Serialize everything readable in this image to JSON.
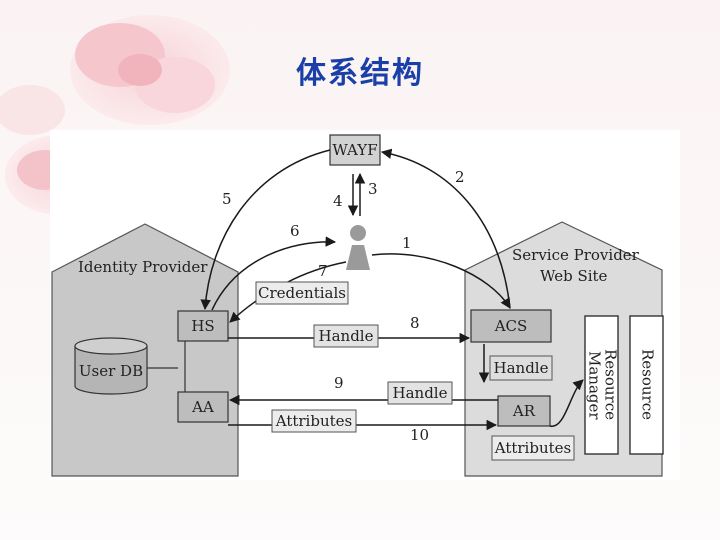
{
  "slide": {
    "title": "体系结构"
  },
  "diagram": {
    "wayf": "WAYF",
    "identity_provider": "Identity Provider",
    "service_provider": "Service Provider",
    "service_provider_line2": "Web Site",
    "hs": "HS",
    "aa": "AA",
    "user_db": "User DB",
    "acs": "ACS",
    "ar": "AR",
    "resource_manager": "Resource Manager",
    "resource": "Resource",
    "tags": {
      "credentials": "Credentials",
      "handle_8": "Handle",
      "handle_acs": "Handle",
      "handle_9": "Handle",
      "attributes_10": "Attributes",
      "attributes_ar": "Attributes"
    },
    "steps": {
      "s1": "1",
      "s2": "2",
      "s3": "3",
      "s4": "4",
      "s5": "5",
      "s6": "6",
      "s7": "7",
      "s8": "8",
      "s9": "9",
      "s10": "10"
    }
  }
}
